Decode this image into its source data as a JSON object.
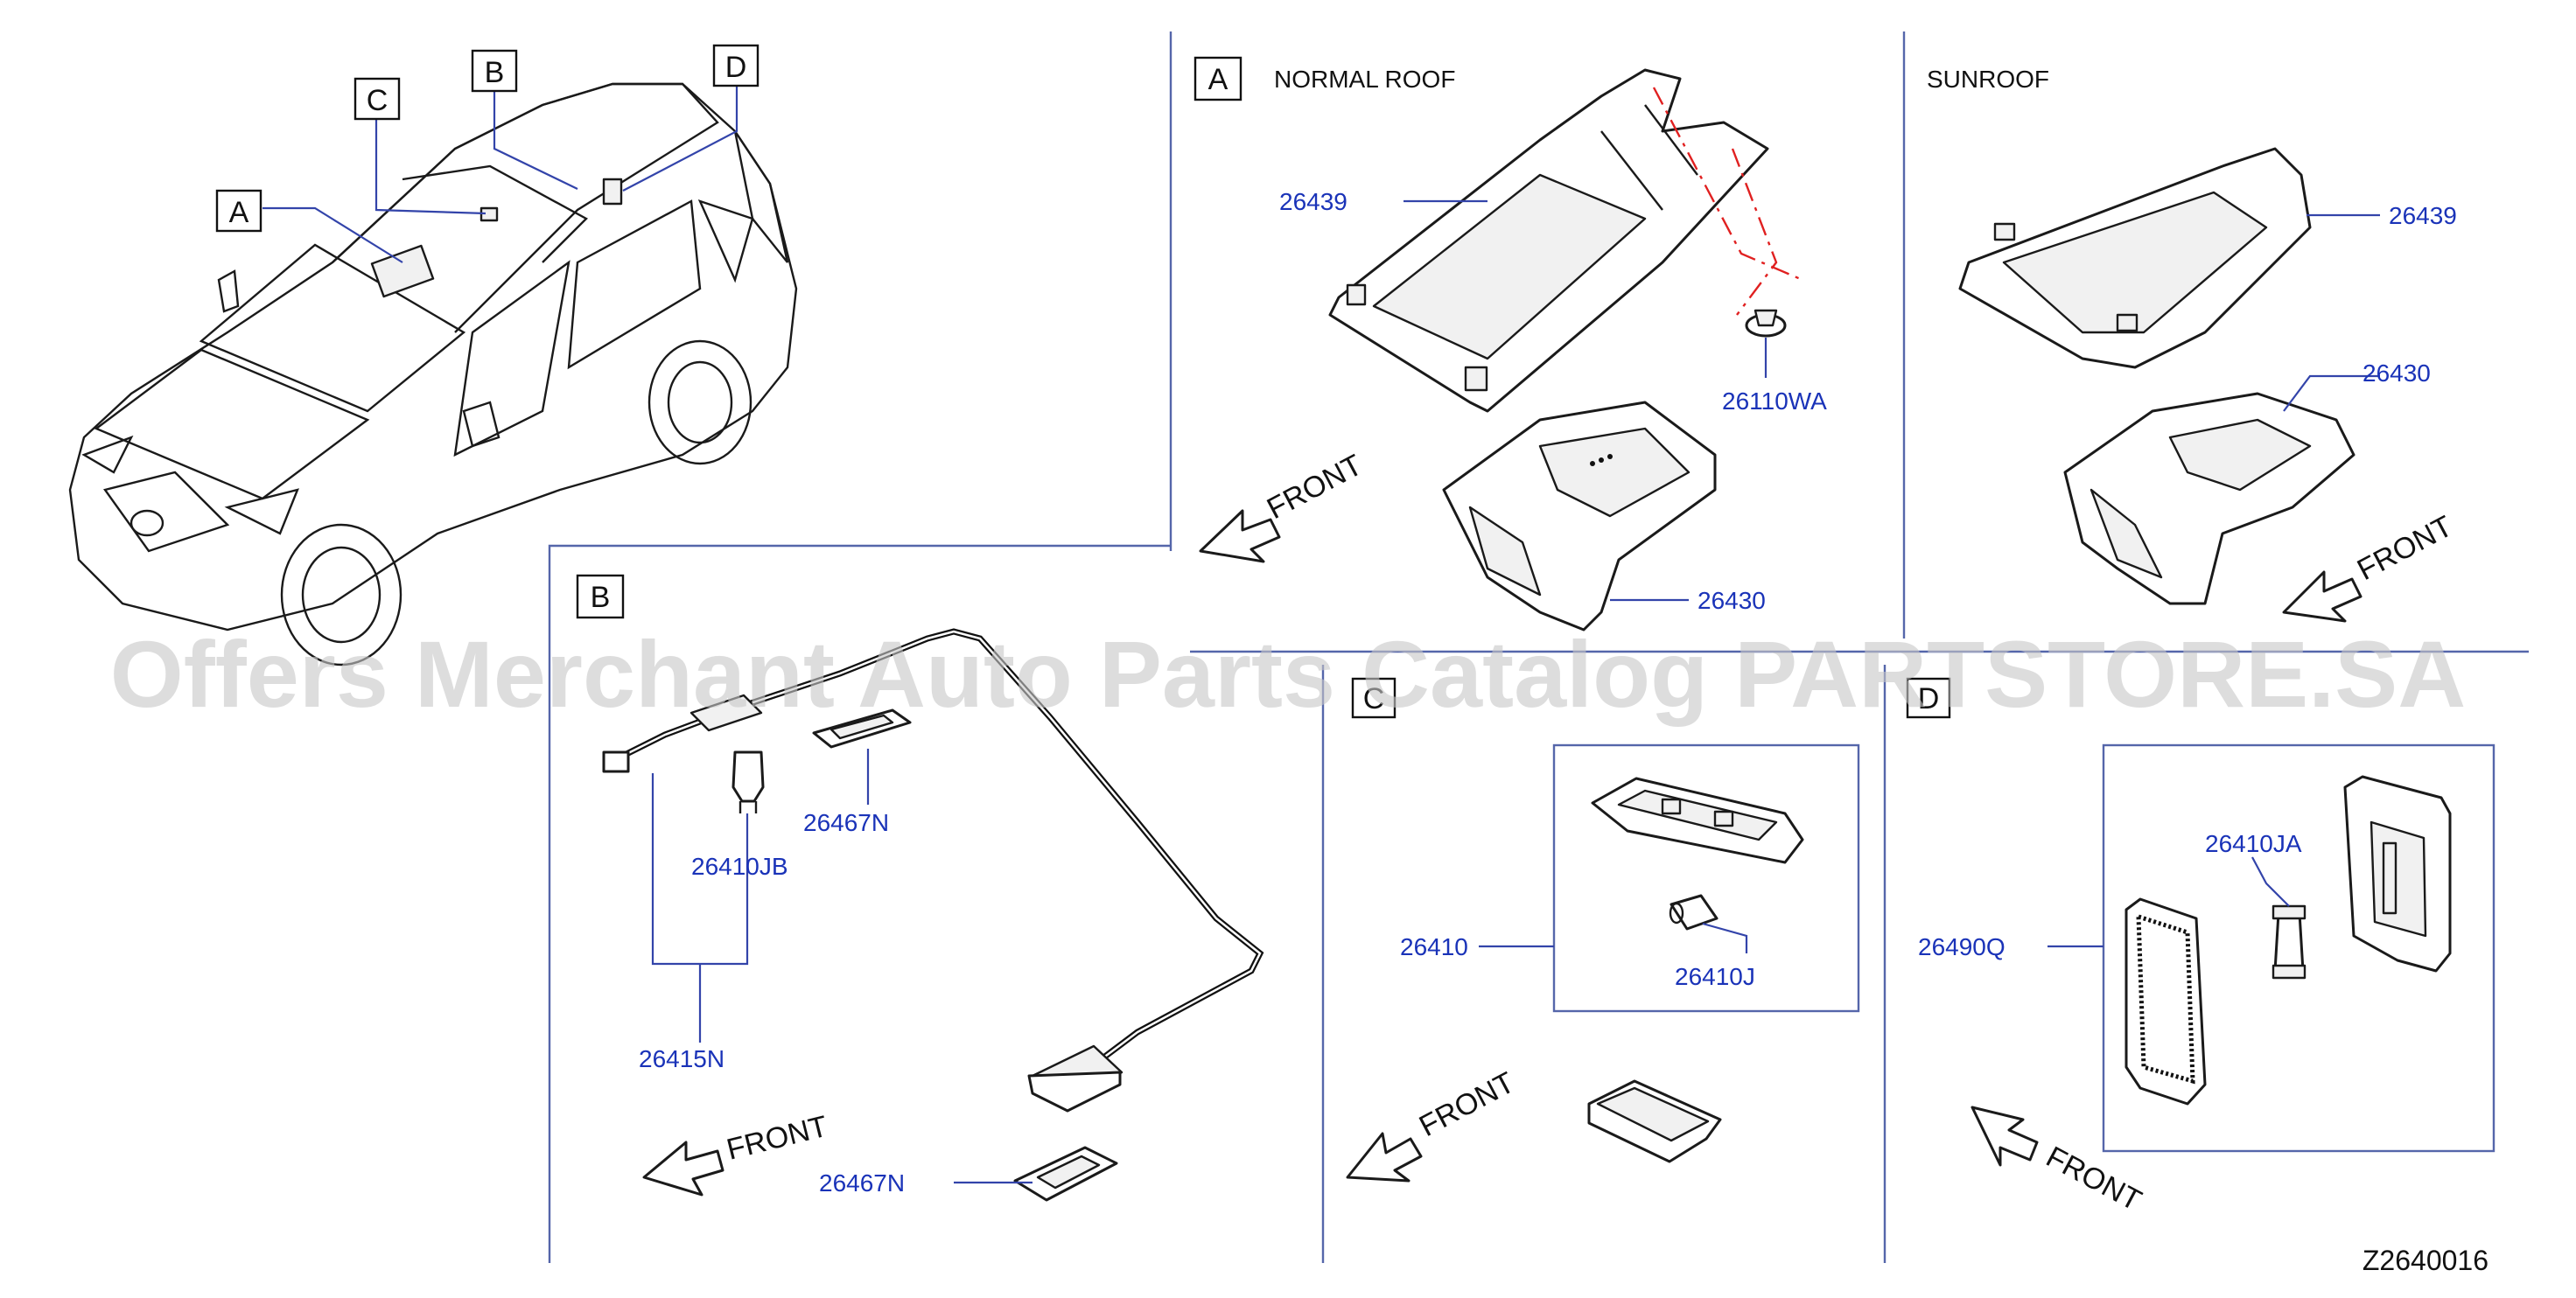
{
  "callouts": [
    "A",
    "B",
    "C",
    "D"
  ],
  "section_a": {
    "letter": "A",
    "normal_roof": "NORMAL   ROOF",
    "sunroof": "SUNROOF",
    "parts_normal": [
      "26439",
      "26110WA",
      "26430"
    ],
    "parts_sunroof": [
      "26439",
      "26430"
    ]
  },
  "section_b": {
    "letter": "B",
    "parts": [
      "26467N",
      "26410JB",
      "26415N",
      "26467N"
    ]
  },
  "section_c": {
    "letter": "C",
    "parts": [
      "26410",
      "26410J"
    ]
  },
  "section_d": {
    "letter": "D",
    "parts": [
      "26410JA",
      "26490Q"
    ]
  },
  "front_label": "FRONT",
  "watermark": "Offers Merchant Auto Parts Catalog PARTSTORE.SA",
  "diagram_code": "Z2640016",
  "colors": {
    "part_number": "#1a33b8",
    "ink": "#111111",
    "dash": "#e02020"
  }
}
